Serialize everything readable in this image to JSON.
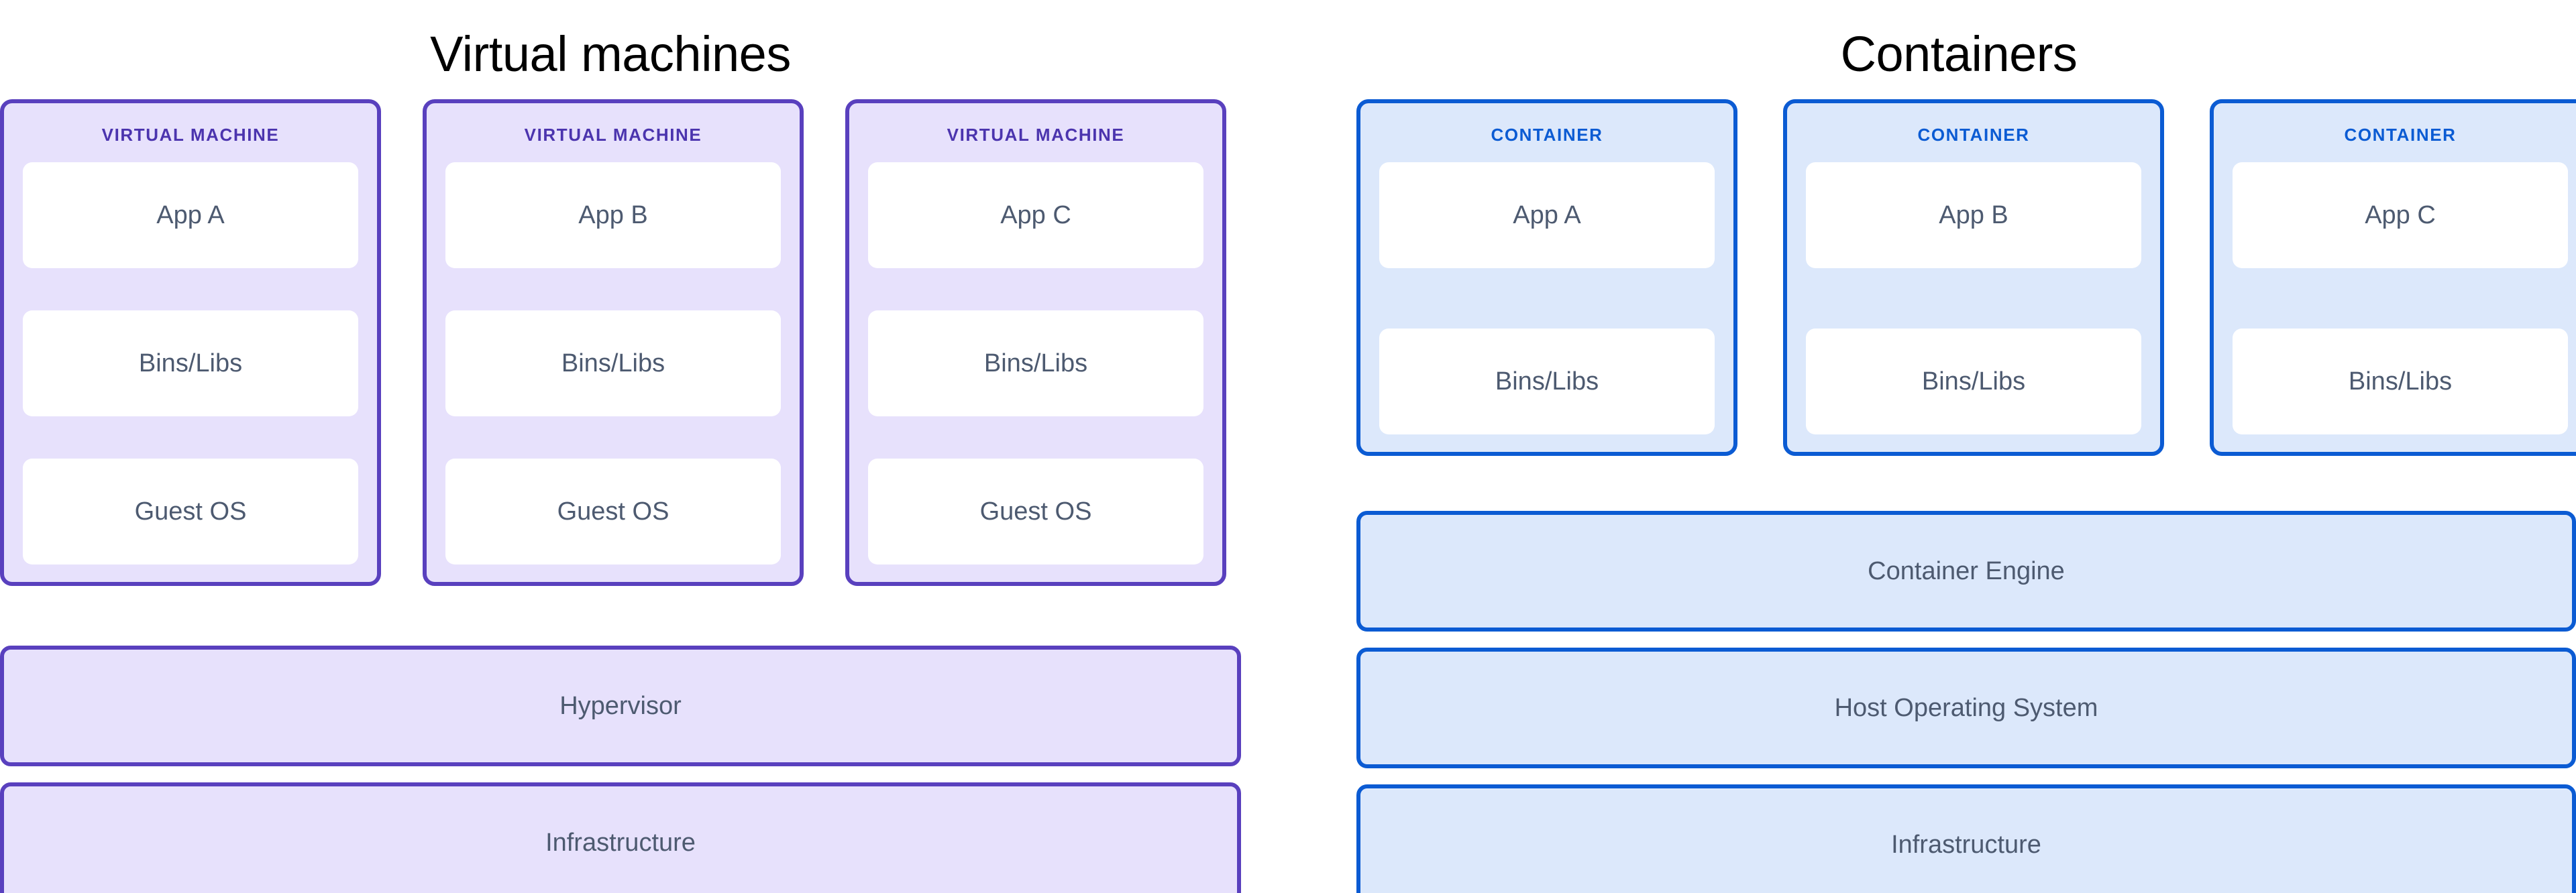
{
  "diagram": {
    "title_left": "Virtual machines",
    "title_right": "Containers",
    "colors": {
      "vm_border": "#5940BE",
      "vm_fill": "#E7E1FC",
      "vm_label": "#4B34AE",
      "container_border": "#0B5BD3",
      "container_fill": "#DCE8FB",
      "container_label": "#0B5BD3",
      "layer_fill": "#FFFFFF",
      "text": "#4D5A70",
      "title": "#000000",
      "background": "#FFFFFF"
    }
  },
  "vm_panel": {
    "title": "Virtual machines",
    "cards": [
      {
        "label": "VIRTUAL MACHINE",
        "layers": [
          "App A",
          "Bins/Libs",
          "Guest OS"
        ]
      },
      {
        "label": "VIRTUAL MACHINE",
        "layers": [
          "App B",
          "Bins/Libs",
          "Guest OS"
        ]
      },
      {
        "label": "VIRTUAL MACHINE",
        "layers": [
          "App C",
          "Bins/Libs",
          "Guest OS"
        ]
      }
    ],
    "bars": [
      "Hypervisor",
      "Infrastructure"
    ]
  },
  "container_panel": {
    "title": "Containers",
    "cards": [
      {
        "label": "CONTAINER",
        "layers": [
          "App A",
          "Bins/Libs"
        ]
      },
      {
        "label": "CONTAINER",
        "layers": [
          "App B",
          "Bins/Libs"
        ]
      },
      {
        "label": "CONTAINER",
        "layers": [
          "App C",
          "Bins/Libs"
        ]
      }
    ],
    "bars": [
      "Container Engine",
      "Host Operating System",
      "Infrastructure"
    ]
  }
}
